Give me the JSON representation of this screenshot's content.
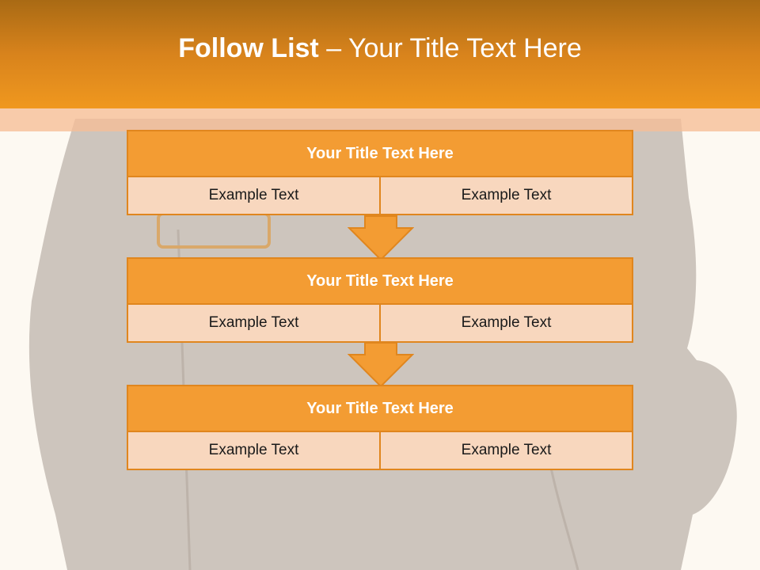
{
  "slide": {
    "title_bold": "Follow List",
    "title_rest": " – Your Title Text Here"
  },
  "blocks": [
    {
      "title": "Your Title Text Here",
      "cells": [
        "Example Text",
        "Example Text"
      ]
    },
    {
      "title": "Your Title Text Here",
      "cells": [
        "Example Text",
        "Example Text"
      ]
    },
    {
      "title": "Your Title Text Here",
      "cells": [
        "Example Text",
        "Example Text"
      ]
    }
  ],
  "colors": {
    "header": "#f0981f",
    "block_title": "#f39c33",
    "cell": "#f8d7be",
    "border": "#e0861e"
  },
  "icons": [
    "down-arrow-icon",
    "down-arrow-icon"
  ]
}
